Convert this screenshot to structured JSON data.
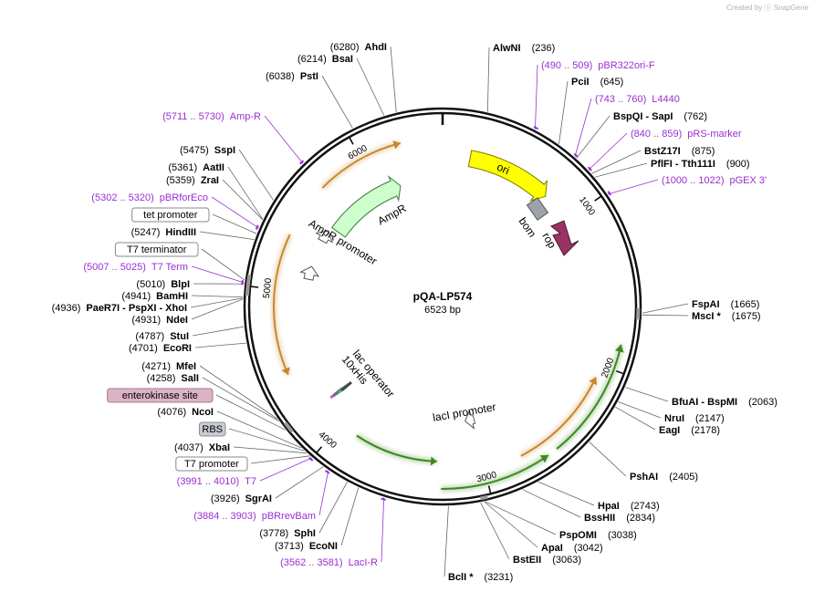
{
  "watermark": "Created by ⓢ SnapGene",
  "plasmid": {
    "name": "pQA-LP574",
    "size_label": "6523 bp",
    "length": 6523
  },
  "colors": {
    "backbone": "#111111",
    "primer": "#9a2fd1",
    "leader": "#555555",
    "ori": "#ffff00",
    "ampr": "#ccffcc",
    "orange_arrow": "#c9882a",
    "green_arrow": "#3c8a1e",
    "rop": "#993366",
    "bom": "#9ea3aa"
  },
  "ticks": [
    {
      "pos": 0,
      "label": ""
    },
    {
      "pos": 1000,
      "label": "1000"
    },
    {
      "pos": 2000,
      "label": "2000"
    },
    {
      "pos": 3000,
      "label": "3000"
    },
    {
      "pos": 4000,
      "label": "4000"
    },
    {
      "pos": 5000,
      "label": "5000"
    },
    {
      "pos": 6000,
      "label": "6000"
    }
  ],
  "features": [
    {
      "name": "ori",
      "start": 190,
      "end": 780,
      "direction": "forward",
      "color": "#ffff00",
      "label_inside": true
    },
    {
      "name": "AmpR",
      "start": 5535,
      "end": 6175,
      "direction": "forward",
      "color": "#ccffcc",
      "label": "AmpR"
    },
    {
      "name": "AmpR promoter",
      "start": 5450,
      "end": 5530,
      "direction": "forward",
      "color": "#ffffff",
      "label": "AmpR promoter"
    },
    {
      "name": "lacI promoter",
      "start": 2940,
      "end": 3020,
      "direction": "reverse",
      "color": "#ffffff",
      "label": "lacI promoter"
    },
    {
      "name": "lac operator",
      "start": 3930,
      "end": 3960,
      "direction": "forward",
      "color": "#ffffff",
      "label": "lac operator"
    },
    {
      "name": "10xHis",
      "start": 3965,
      "end": 3995,
      "direction": "forward",
      "color": "#ffffff",
      "label": "10xHis"
    }
  ],
  "sites": [
    {
      "enzyme": "AlwNI",
      "pos": "(236)",
      "loc": 236,
      "type": "enzyme"
    },
    {
      "enzyme": "pBR322ori-F",
      "pos": "(490 .. 509)",
      "loc": 500,
      "type": "primer"
    },
    {
      "enzyme": "PciI",
      "pos": "(645)",
      "loc": 645,
      "type": "enzyme"
    },
    {
      "enzyme": "L4440",
      "pos": "(743 .. 760)",
      "loc": 751,
      "type": "primer"
    },
    {
      "enzyme": "BspQI - SapI",
      "pos": "(762)",
      "loc": 762,
      "type": "enzyme"
    },
    {
      "enzyme": "pRS-marker",
      "pos": "(840 .. 859)",
      "loc": 850,
      "type": "primer"
    },
    {
      "enzyme": "BstZ17I",
      "pos": "(875)",
      "loc": 875,
      "type": "enzyme"
    },
    {
      "enzyme": "PflFI - Tth111I",
      "pos": "(900)",
      "loc": 900,
      "type": "enzyme"
    },
    {
      "enzyme": "pGEX 3'",
      "pos": "(1000 .. 1022)",
      "loc": 1011,
      "type": "primer"
    },
    {
      "enzyme": "FspAI",
      "pos": "(1665)",
      "loc": 1665,
      "type": "enzyme"
    },
    {
      "enzyme": "MscI *",
      "pos": "(1675)",
      "loc": 1675,
      "type": "enzyme"
    },
    {
      "enzyme": "BfuAI - BspMI",
      "pos": "(2063)",
      "loc": 2063,
      "type": "enzyme"
    },
    {
      "enzyme": "NruI",
      "pos": "(2147)",
      "loc": 2147,
      "type": "enzyme"
    },
    {
      "enzyme": "EagI",
      "pos": "(2178)",
      "loc": 2178,
      "type": "enzyme"
    },
    {
      "enzyme": "PshAI",
      "pos": "(2405)",
      "loc": 2405,
      "type": "enzyme"
    },
    {
      "enzyme": "HpaI",
      "pos": "(2743)",
      "loc": 2743,
      "type": "enzyme"
    },
    {
      "enzyme": "BssHII",
      "pos": "(2834)",
      "loc": 2834,
      "type": "enzyme"
    },
    {
      "enzyme": "PspOMI",
      "pos": "(3038)",
      "loc": 3038,
      "type": "enzyme"
    },
    {
      "enzyme": "ApaI",
      "pos": "(3042)",
      "loc": 3042,
      "type": "enzyme"
    },
    {
      "enzyme": "BstEII",
      "pos": "(3063)",
      "loc": 3063,
      "type": "enzyme"
    },
    {
      "enzyme": "BclI *",
      "pos": "(3231)",
      "loc": 3231,
      "type": "enzyme"
    },
    {
      "enzyme": "LacI-R",
      "pos": "(3562 .. 3581)",
      "loc": 3571,
      "type": "primer"
    },
    {
      "enzyme": "EcoNI",
      "pos": "(3713)",
      "loc": 3713,
      "type": "enzyme"
    },
    {
      "enzyme": "SphI",
      "pos": "(3778)",
      "loc": 3778,
      "type": "enzyme"
    },
    {
      "enzyme": "pBRrevBam",
      "pos": "(3884 .. 3903)",
      "loc": 3893,
      "type": "primer"
    },
    {
      "enzyme": "SgrAI",
      "pos": "(3926)",
      "loc": 3926,
      "type": "enzyme"
    },
    {
      "enzyme": "T7",
      "pos": "(3991 .. 4010)",
      "loc": 4000,
      "type": "primer"
    },
    {
      "enzyme": "T7 promoter",
      "pos": "",
      "loc": 4015,
      "type": "boxed"
    },
    {
      "enzyme": "XbaI",
      "pos": "(4037)",
      "loc": 4037,
      "type": "enzyme"
    },
    {
      "enzyme": "RBS",
      "pos": "",
      "loc": 4055,
      "type": "boxed-grey"
    },
    {
      "enzyme": "NcoI",
      "pos": "(4076)",
      "loc": 4076,
      "type": "enzyme"
    },
    {
      "enzyme": "enterokinase site",
      "pos": "",
      "loc": 4200,
      "type": "boxed-pink"
    },
    {
      "enzyme": "SalI",
      "pos": "(4258)",
      "loc": 4258,
      "type": "enzyme"
    },
    {
      "enzyme": "MfeI",
      "pos": "(4271)",
      "loc": 4271,
      "type": "enzyme"
    },
    {
      "enzyme": "EcoRI",
      "pos": "(4701)",
      "loc": 4701,
      "type": "enzyme"
    },
    {
      "enzyme": "StuI",
      "pos": "(4787)",
      "loc": 4787,
      "type": "enzyme"
    },
    {
      "enzyme": "NdeI",
      "pos": "(4931)",
      "loc": 4931,
      "type": "enzyme"
    },
    {
      "enzyme": "PaeR7I - PspXI - XhoI",
      "pos": "(4936)",
      "loc": 4936,
      "type": "enzyme-left"
    },
    {
      "enzyme": "BamHI",
      "pos": "(4941)",
      "loc": 4941,
      "type": "enzyme"
    },
    {
      "enzyme": "BlpI",
      "pos": "(5010)",
      "loc": 5010,
      "type": "enzyme"
    },
    {
      "enzyme": "T7 Term",
      "pos": "(5007 .. 5025)",
      "loc": 5016,
      "type": "primer"
    },
    {
      "enzyme": "T7 terminator",
      "pos": "",
      "loc": 5030,
      "type": "boxed"
    },
    {
      "enzyme": "HindIII",
      "pos": "(5247)",
      "loc": 5247,
      "type": "enzyme"
    },
    {
      "enzyme": "tet promoter",
      "pos": "",
      "loc": 5280,
      "type": "boxed"
    },
    {
      "enzyme": "pBRforEco",
      "pos": "(5302 .. 5320)",
      "loc": 5311,
      "type": "primer"
    },
    {
      "enzyme": "ZraI",
      "pos": "(5359)",
      "loc": 5359,
      "type": "enzyme"
    },
    {
      "enzyme": "AatII",
      "pos": "(5361)",
      "loc": 5361,
      "type": "enzyme"
    },
    {
      "enzyme": "SspI",
      "pos": "(5475)",
      "loc": 5475,
      "type": "enzyme"
    },
    {
      "enzyme": "Amp-R",
      "pos": "(5711 .. 5730)",
      "loc": 5720,
      "type": "primer"
    },
    {
      "enzyme": "PstI",
      "pos": "(6038)",
      "loc": 6038,
      "type": "enzyme"
    },
    {
      "enzyme": "BsaI",
      "pos": "(6214)",
      "loc": 6214,
      "type": "enzyme"
    },
    {
      "enzyme": "AhdI",
      "pos": "(6280)",
      "loc": 6280,
      "type": "enzyme"
    }
  ]
}
